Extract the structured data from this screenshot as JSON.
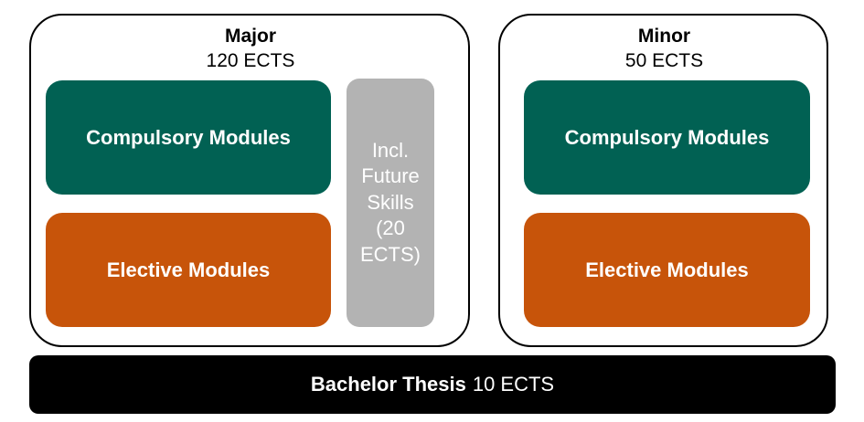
{
  "major": {
    "title": "Major",
    "credits": "120 ECTS",
    "compulsory_label": "Compulsory Modules",
    "elective_label": "Elective Modules",
    "future_skills_label": "Incl. Future Skills (20 ECTS)"
  },
  "minor": {
    "title": "Minor",
    "credits": "50 ECTS",
    "compulsory_label": "Compulsory Modules",
    "elective_label": "Elective Modules"
  },
  "thesis": {
    "title": "Bachelor Thesis",
    "credits": "10 ECTS"
  },
  "colors": {
    "compulsory": "#016153",
    "elective": "#c7540a",
    "future_skills": "#b3b3b3",
    "thesis": "#000000"
  }
}
